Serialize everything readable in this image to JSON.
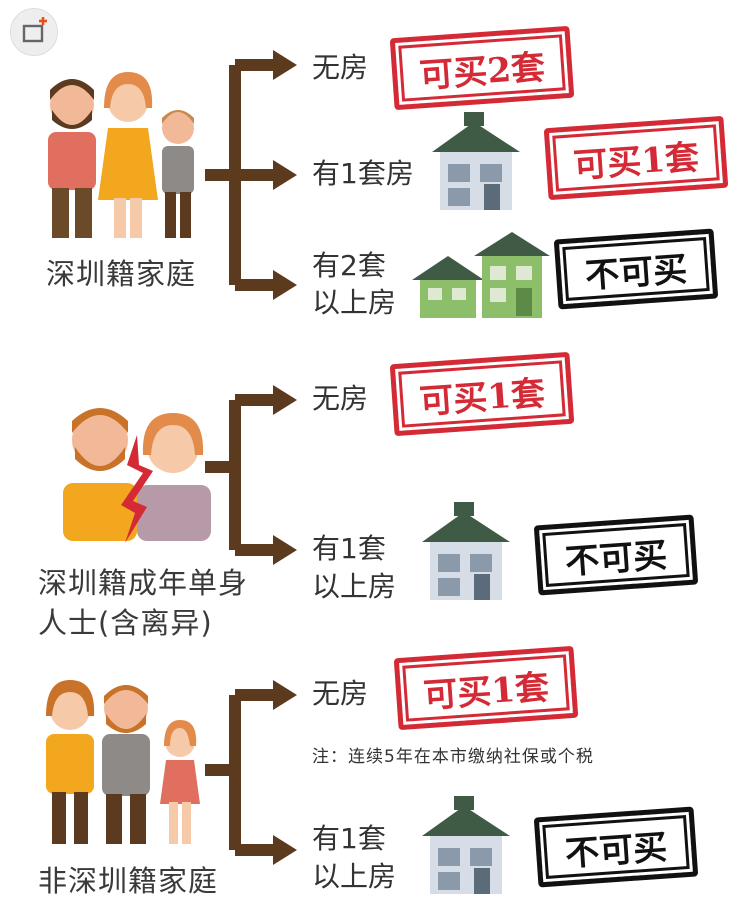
{
  "app": {
    "icon": "plus-window-icon"
  },
  "groups": [
    {
      "label": "深圳籍家庭",
      "rows": [
        {
          "condition": "无房",
          "result": "可买2套",
          "style": "red"
        },
        {
          "condition": "有1套房",
          "result": "可买1套",
          "style": "red"
        },
        {
          "condition_line1": "有2套",
          "condition_line2": "以上房",
          "result": "不可买",
          "style": "black"
        }
      ]
    },
    {
      "label_line1": "深圳籍成年单身",
      "label_line2": "人士(含离异)",
      "rows": [
        {
          "condition": "无房",
          "result": "可买1套",
          "style": "red"
        },
        {
          "condition_line1": "有1套",
          "condition_line2": "以上房",
          "result": "不可买",
          "style": "black"
        }
      ]
    },
    {
      "label": "非深圳籍家庭",
      "rows": [
        {
          "condition": "无房",
          "result": "可买1套",
          "style": "red"
        },
        {
          "condition_line1": "有1套",
          "condition_line2": "以上房",
          "result": "不可买",
          "style": "black"
        }
      ]
    }
  ],
  "note": "注：连续5年在本市缴纳社保或个税",
  "colors": {
    "bracket": "#5c3a1e",
    "stamp_red": "#d42a36",
    "stamp_black": "#111111",
    "roof_dark": "#3f5a45",
    "house_wall": "#d6dde6",
    "green_house": "#8dbf6a"
  }
}
